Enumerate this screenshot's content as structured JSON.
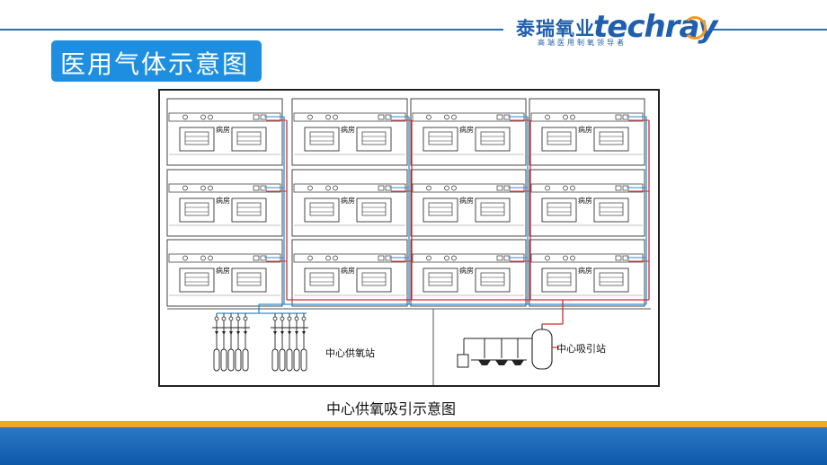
{
  "header": {
    "logo_cn": "泰瑞氧业",
    "logo_en": "techray",
    "logo_sub": "高端医用制氧领导者",
    "title": "医用气体示意图"
  },
  "diagram": {
    "room_label": "病房",
    "oxygen_station_label": "中心供氧站",
    "suction_station_label": "中心吸引站",
    "rooms": [
      {
        "row": 0,
        "col": 0
      },
      {
        "row": 0,
        "col": 1
      },
      {
        "row": 0,
        "col": 2
      },
      {
        "row": 0,
        "col": 3
      },
      {
        "row": 1,
        "col": 0
      },
      {
        "row": 1,
        "col": 1
      },
      {
        "row": 1,
        "col": 2
      },
      {
        "row": 1,
        "col": 3
      },
      {
        "row": 2,
        "col": 0
      },
      {
        "row": 2,
        "col": 1
      },
      {
        "row": 2,
        "col": 2
      },
      {
        "row": 2,
        "col": 3
      }
    ],
    "colors": {
      "oxygen_pipe": "#2a8fd8",
      "suction_pipe": "#d42a2a",
      "line": "#333333"
    }
  },
  "caption": "中心供氧吸引示意图"
}
